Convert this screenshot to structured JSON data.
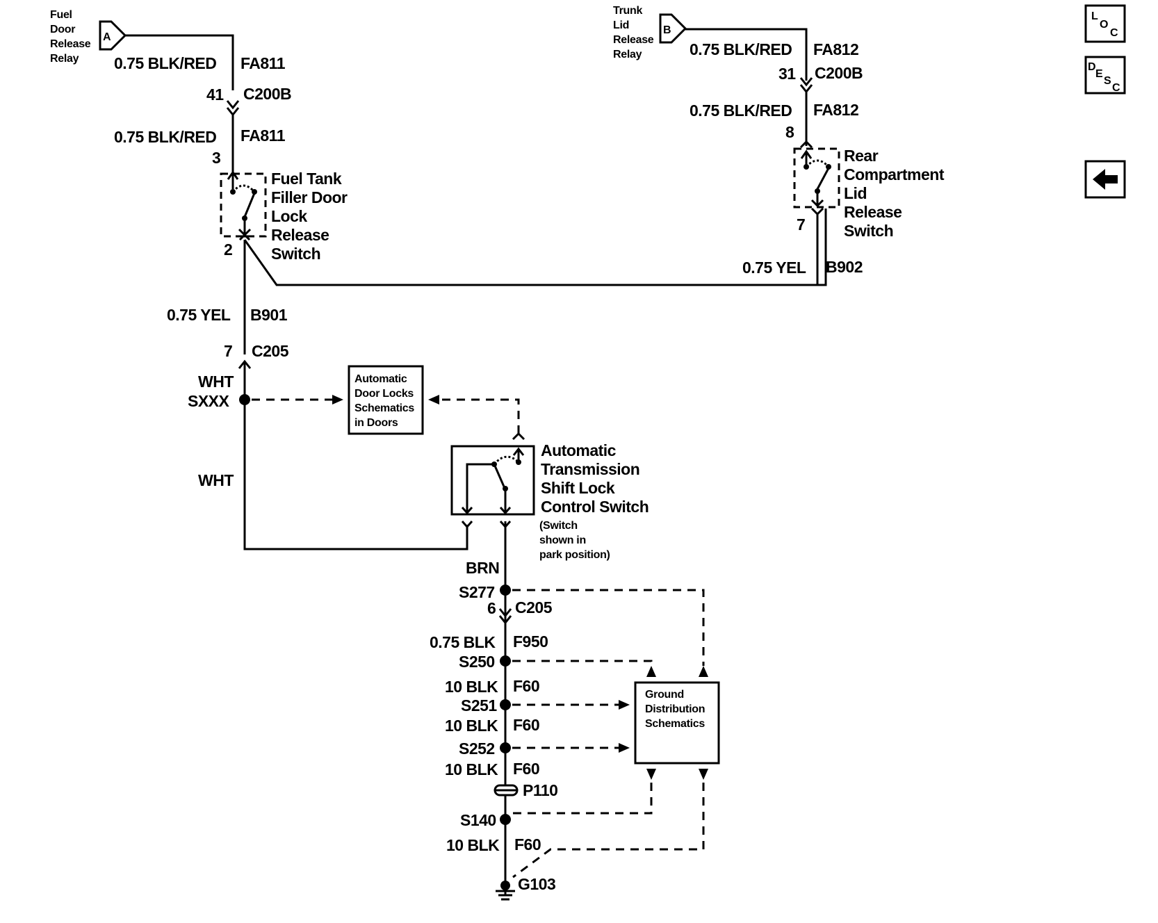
{
  "relays": {
    "fuel_door": {
      "label_lines": [
        "Fuel",
        "Door",
        "Release",
        "Relay"
      ],
      "connector": "A"
    },
    "trunk_lid": {
      "label_lines": [
        "Trunk",
        "Lid",
        "Release",
        "Relay"
      ],
      "connector": "B"
    }
  },
  "wires": {
    "fa811_upper": {
      "gauge_color": "0.75 BLK/RED",
      "circuit": "FA811"
    },
    "fa811_lower": {
      "gauge_color": "0.75 BLK/RED",
      "circuit": "FA811"
    },
    "fa812_upper": {
      "gauge_color": "0.75 BLK/RED",
      "circuit": "FA812"
    },
    "fa812_lower": {
      "gauge_color": "0.75 BLK/RED",
      "circuit": "FA812"
    },
    "b901": {
      "gauge_color": "0.75 YEL",
      "circuit": "B901"
    },
    "b902": {
      "gauge_color": "0.75 YEL",
      "circuit": "B902"
    },
    "wht_upper": "WHT",
    "wht_lower": "WHT",
    "brn": "BRN",
    "f950": {
      "gauge_color": "0.75 BLK",
      "circuit": "F950"
    },
    "f60_1": {
      "gauge_color": "10 BLK",
      "circuit": "F60"
    },
    "f60_2": {
      "gauge_color": "10 BLK",
      "circuit": "F60"
    },
    "f60_3": {
      "gauge_color": "10 BLK",
      "circuit": "F60"
    },
    "f60_4": {
      "gauge_color": "10 BLK",
      "circuit": "F60"
    }
  },
  "connectors": {
    "c200b_left": {
      "pin": "41",
      "name": "C200B"
    },
    "c200b_right": {
      "pin": "31",
      "name": "C200B"
    },
    "c205_upper": {
      "pin": "7",
      "name": "C205"
    },
    "c205_lower": {
      "pin": "6",
      "name": "C205"
    },
    "p110": "P110"
  },
  "pins": {
    "fuel_switch_in": "3",
    "fuel_switch_out": "2",
    "rear_switch_in": "8",
    "rear_switch_out": "7"
  },
  "splices": {
    "sxxx": "SXXX",
    "s277": "S277",
    "s250": "S250",
    "s251": "S251",
    "s252": "S252",
    "s140": "S140"
  },
  "ground": "G103",
  "components": {
    "fuel_switch": [
      "Fuel Tank",
      "Filler Door",
      "Lock",
      "Release",
      "Switch"
    ],
    "rear_switch": [
      "Rear",
      "Compartment",
      "Lid",
      "Release",
      "Switch"
    ],
    "shift_lock": [
      "Automatic",
      "Transmission",
      "Shift Lock",
      "Control Switch"
    ],
    "shift_lock_note": [
      "(Switch",
      "shown in",
      "park position)"
    ]
  },
  "reference_boxes": {
    "door_locks": [
      "Automatic",
      "Door Locks",
      "Schematics",
      "in Doors"
    ],
    "ground_dist": [
      "Ground",
      "Distribution",
      "Schematics"
    ]
  },
  "nav": {
    "loc": {
      "l": "L",
      "o": "O",
      "c": "C"
    },
    "desc": {
      "d": "D",
      "e": "E",
      "s": "S",
      "c": "C"
    },
    "back_icon": "left-arrow-icon"
  }
}
